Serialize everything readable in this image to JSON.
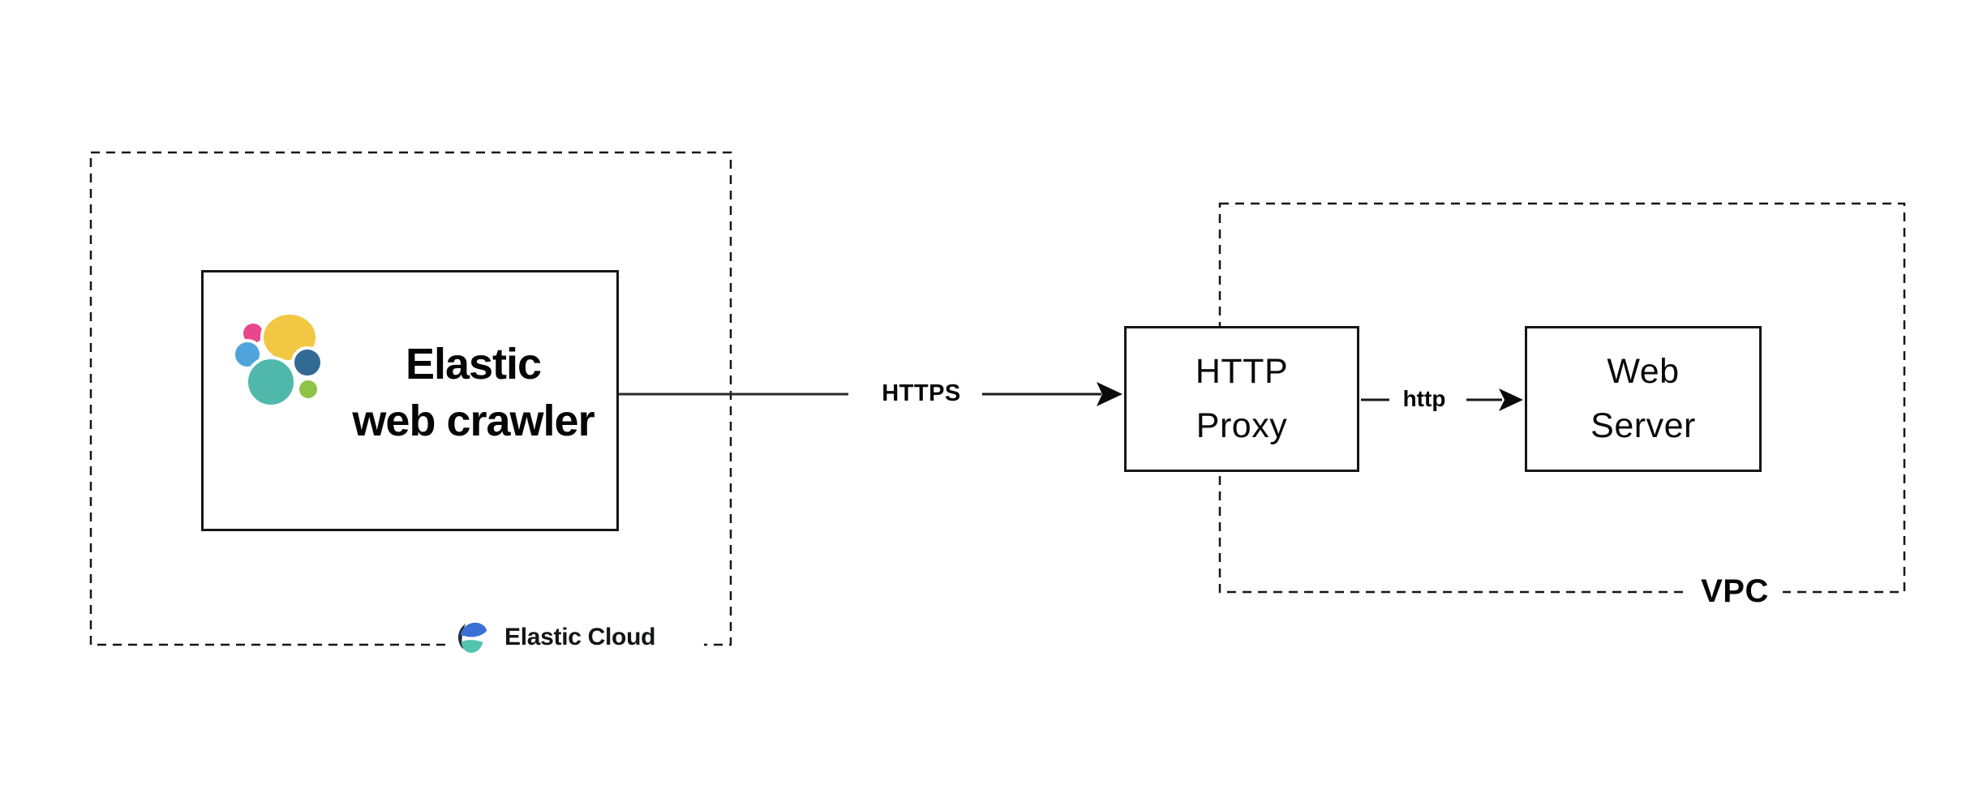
{
  "boundaries": {
    "elastic_cloud": {
      "label": "Elastic Cloud"
    },
    "vpc": {
      "label": "VPC"
    }
  },
  "nodes": {
    "crawler": {
      "line1": "Elastic",
      "line2": "web crawler"
    },
    "http_proxy": {
      "line1": "HTTP",
      "line2": "Proxy"
    },
    "web_server": {
      "line1": "Web",
      "line2": "Server"
    }
  },
  "edges": {
    "crawler_to_proxy": {
      "label": "HTTPS"
    },
    "proxy_to_server": {
      "label": "http"
    }
  },
  "colors": {
    "line": "#2a2a2a",
    "border": "#161616",
    "elastic_yellow": "#F2C843",
    "elastic_pink": "#E8488B",
    "elastic_light_blue": "#4FA5DB",
    "elastic_teal": "#4FB8AB",
    "elastic_navy": "#336A93",
    "elastic_green": "#8FC348",
    "cloud_blue": "#3B6FD6",
    "cloud_dark": "#272D3C",
    "cloud_teal": "#54C3AF"
  }
}
